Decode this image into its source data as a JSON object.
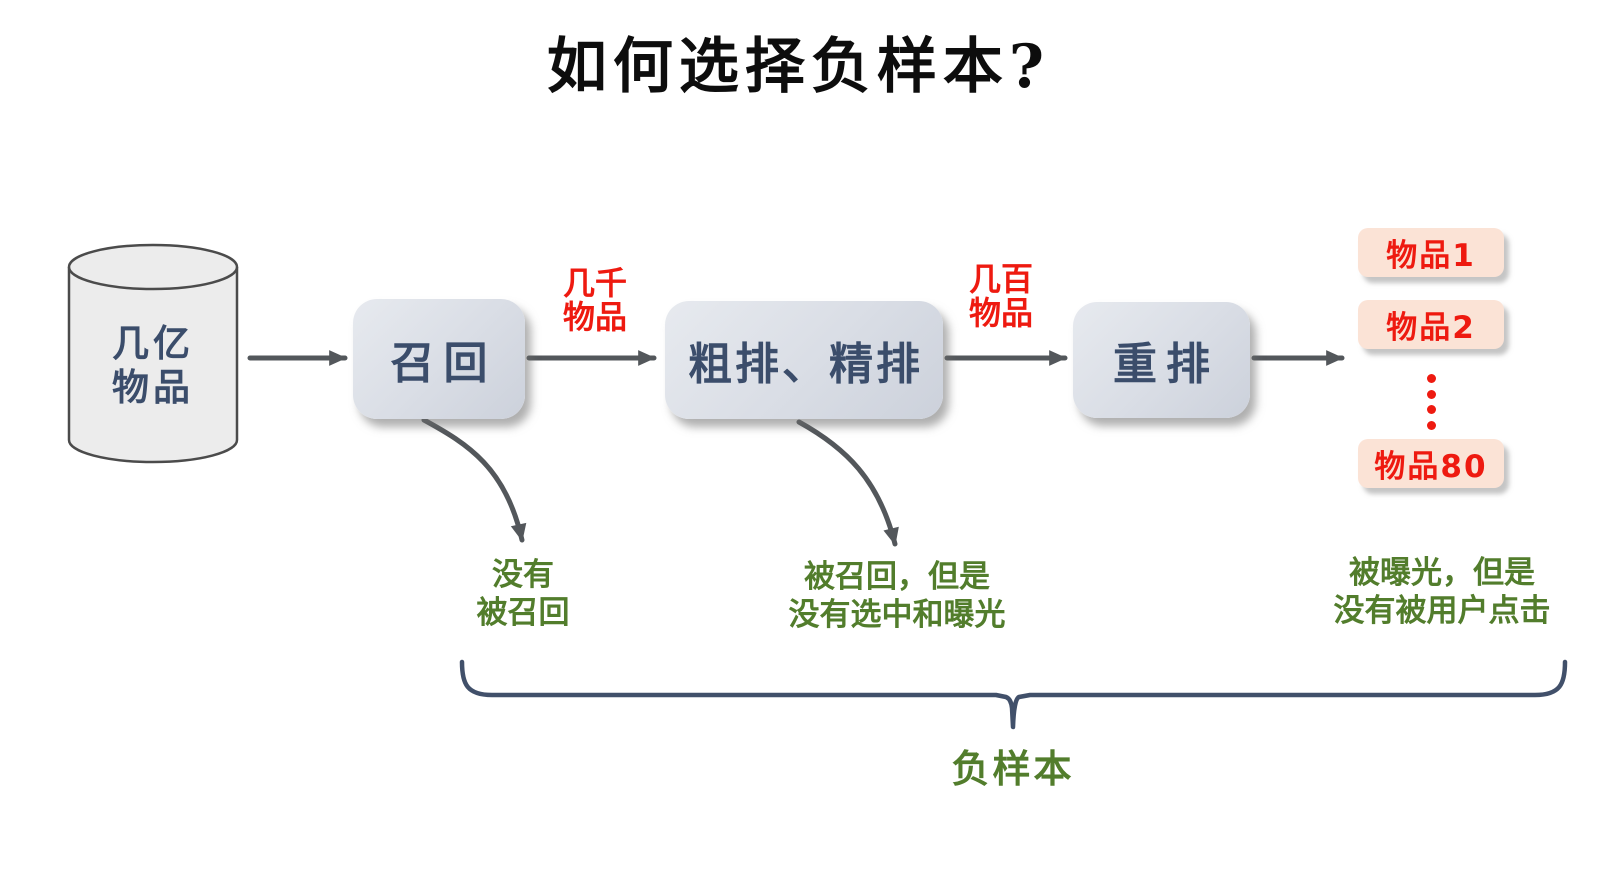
{
  "title": "如何选择负样本?",
  "source": {
    "line1": "几亿",
    "line2": "物品"
  },
  "pipeline": {
    "stages": [
      {
        "label": "召回"
      },
      {
        "label": "粗排、精排"
      },
      {
        "label": "重排"
      }
    ],
    "flow_labels": [
      {
        "line1": "几千",
        "line2": "物品"
      },
      {
        "line1": "几百",
        "line2": "物品"
      }
    ]
  },
  "results": {
    "items": [
      "物品1",
      "物品2",
      "物品80"
    ],
    "ellipsis_icon": "vertical-dots"
  },
  "annotations": [
    {
      "line1": "没有",
      "line2": "被召回"
    },
    {
      "line1": "被召回，但是",
      "line2": "没有选中和曝光"
    },
    {
      "line1": "被曝光，但是",
      "line2": "没有被用户点击"
    }
  ],
  "brace_label": "负样本",
  "colors": {
    "red": "#ee1a10",
    "green": "#527d2c",
    "navy": "#3b4d6b",
    "arrow": "#53575b",
    "brace": "#41506a",
    "item-fill": "#fbe3d6",
    "box-top": "#e7eaef",
    "box-bottom": "#ccd1db",
    "cyl-fill": "#ececec"
  }
}
